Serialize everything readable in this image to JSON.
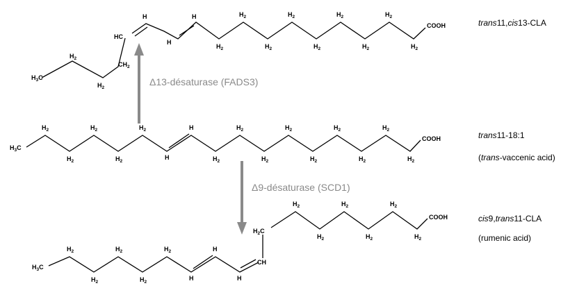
{
  "molecules": [
    {
      "id": "top",
      "name_parts": [
        {
          "t": "trans",
          "i": true
        },
        {
          "t": "11,",
          "i": false
        },
        {
          "t": "cis",
          "i": true
        },
        {
          "t": "13-CLA",
          "i": false
        }
      ],
      "subtitle_parts": []
    },
    {
      "id": "middle",
      "name_parts": [
        {
          "t": "trans",
          "i": true
        },
        {
          "t": "11-18:1",
          "i": false
        }
      ],
      "subtitle_parts": [
        {
          "t": "(",
          "i": false
        },
        {
          "t": "trans",
          "i": true
        },
        {
          "t": "-vaccenic acid)",
          "i": false
        }
      ]
    },
    {
      "id": "bottom",
      "name_parts": [
        {
          "t": "cis",
          "i": true
        },
        {
          "t": "9,",
          "i": false
        },
        {
          "t": "trans",
          "i": true
        },
        {
          "t": "11-CLA",
          "i": false
        }
      ],
      "subtitle_parts": [
        {
          "t": "(rumenic acid)",
          "i": false
        }
      ]
    }
  ],
  "enzymes": {
    "up": "Δ13-désaturase (FADS3)",
    "down": "Δ9-désaturase (SCD1)"
  },
  "atoms": {
    "carboxyl": "COOH",
    "h2": "H2",
    "h3c": "H3C",
    "h": "H",
    "ch2": "CH2",
    "hc": "HC",
    "h2c": "H2C",
    "ch": "CH",
    "hc_eq": "HC="
  }
}
